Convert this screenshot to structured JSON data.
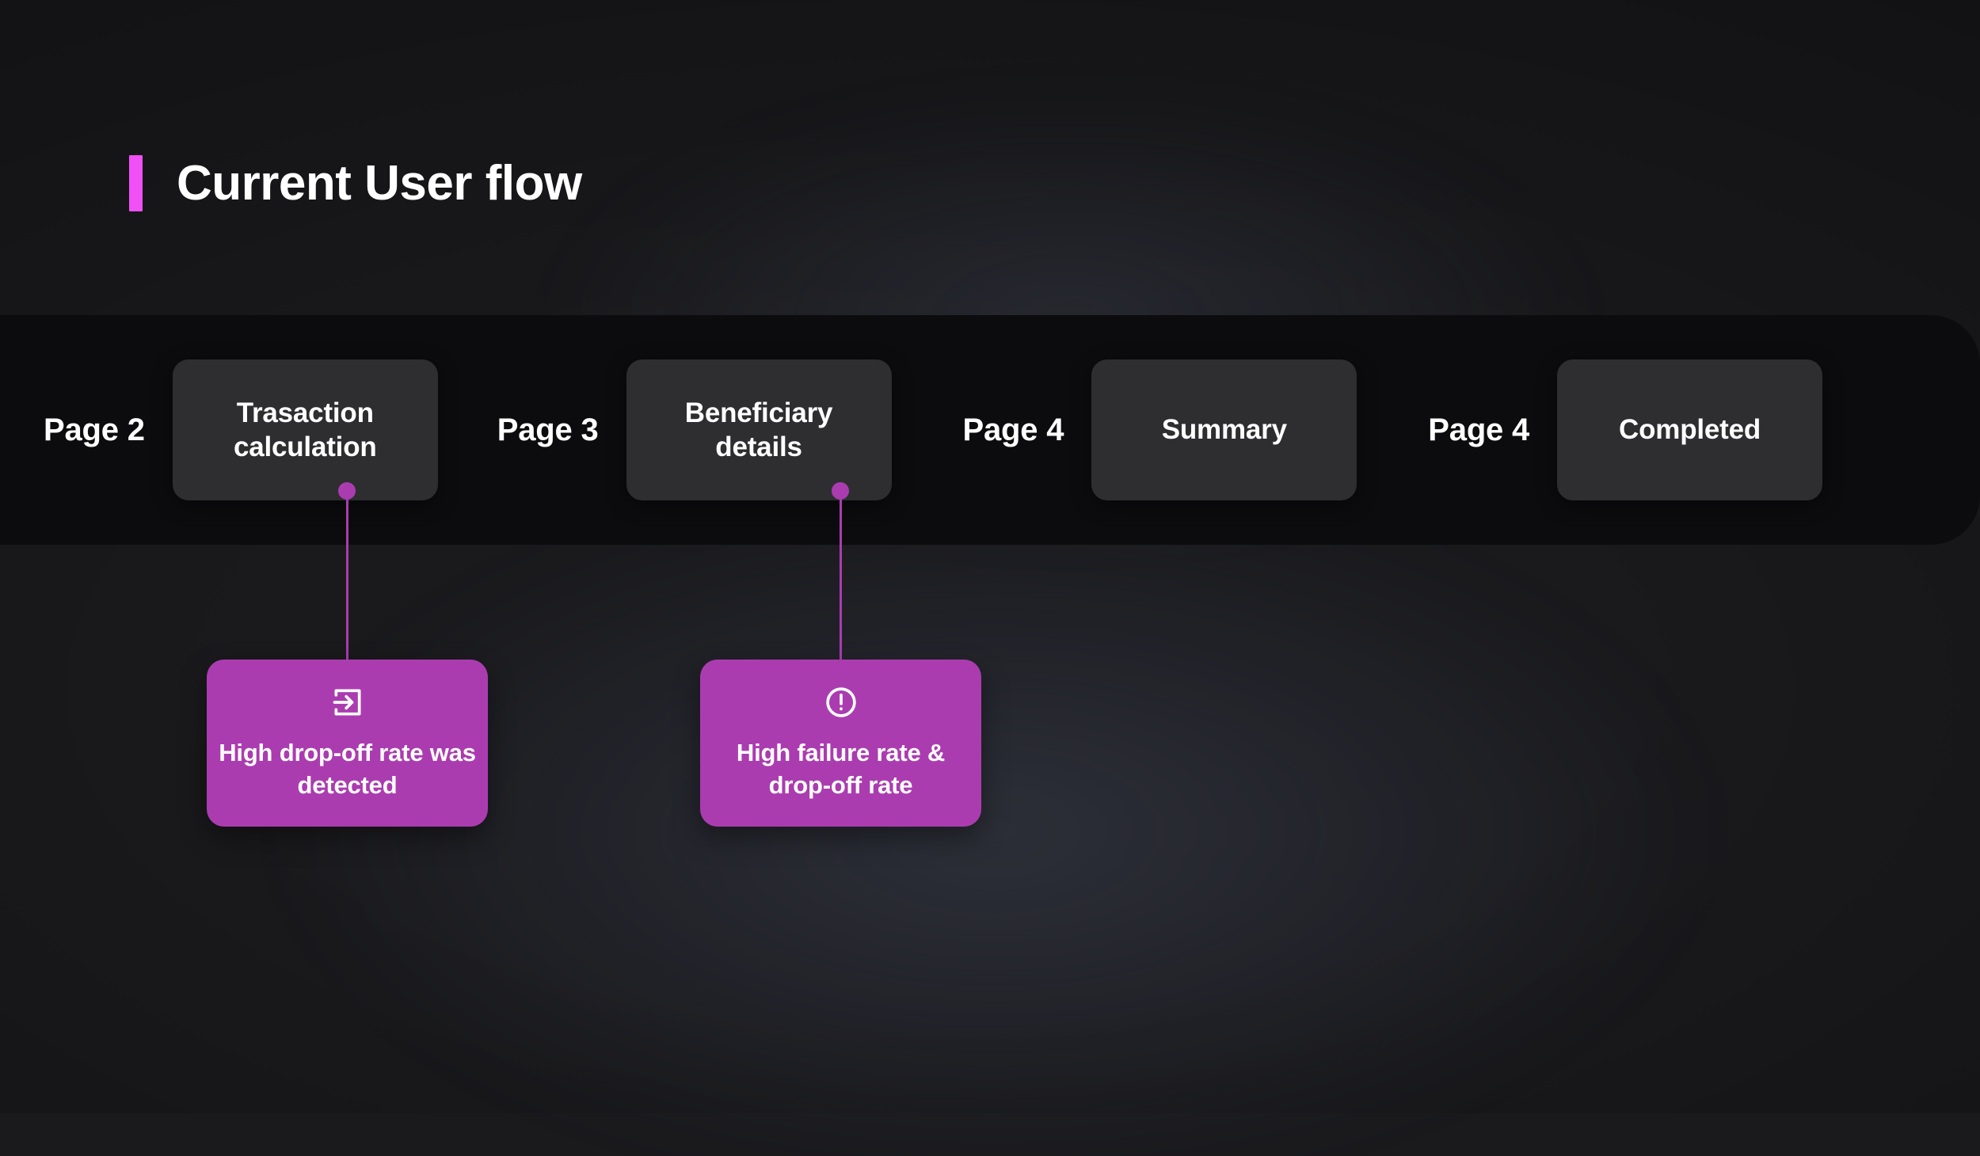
{
  "header": {
    "title": "Current User flow",
    "accent_color": "#f050f5"
  },
  "theme": {
    "page_background": "#1a1a1d",
    "band_background": "#0c0c0e",
    "step_card_background": "#2e2e31",
    "callout_background": "#ab3cb0",
    "connector_color": "#ab3cb0",
    "text_color": "#ffffff"
  },
  "flow": {
    "steps": [
      {
        "page_label": "Page 2",
        "card_label": "Trasaction calculation"
      },
      {
        "page_label": "Page 3",
        "card_label": "Beneficiary details"
      },
      {
        "page_label": "Page 4",
        "card_label": "Summary"
      },
      {
        "page_label": "Page 4",
        "card_label": "Completed"
      }
    ]
  },
  "callouts": [
    {
      "icon": "exit-arrow-icon",
      "text": "High drop-off rate was detected",
      "attached_to": "Trasaction calculation"
    },
    {
      "icon": "alert-circle-icon",
      "text": "High failure rate & drop-off rate",
      "attached_to": "Beneficiary details"
    }
  ]
}
